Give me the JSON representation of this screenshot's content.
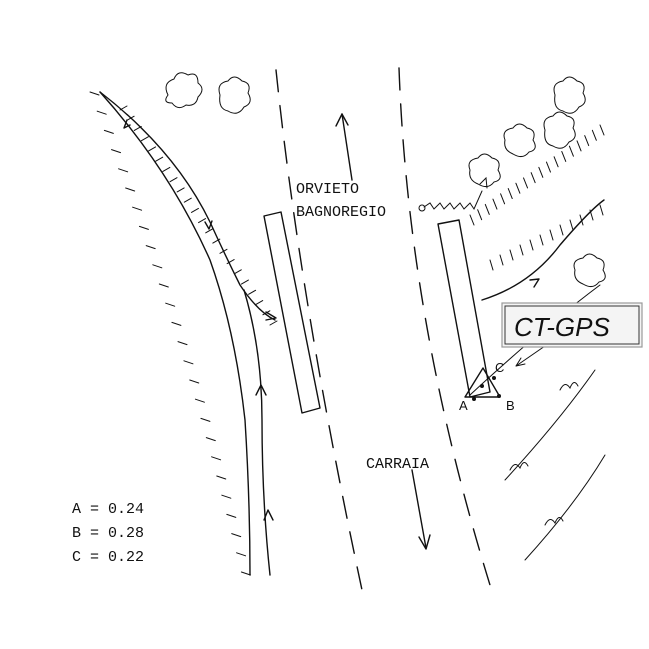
{
  "labels": {
    "direction_north": "ORVIETO\nBAGNOREGIO",
    "direction_north_line1": "ORVIETO",
    "direction_north_line2": "BAGNOREGIO",
    "direction_south": "CARRAIA",
    "station_name": "CT-GPS"
  },
  "points": [
    {
      "id": "A",
      "label": "A"
    },
    {
      "id": "B",
      "label": "B"
    },
    {
      "id": "C",
      "label": "C"
    }
  ],
  "legend": [
    {
      "text": "A = 0.24"
    },
    {
      "text": "B = 0.28"
    },
    {
      "text": "C = 0.22"
    }
  ]
}
